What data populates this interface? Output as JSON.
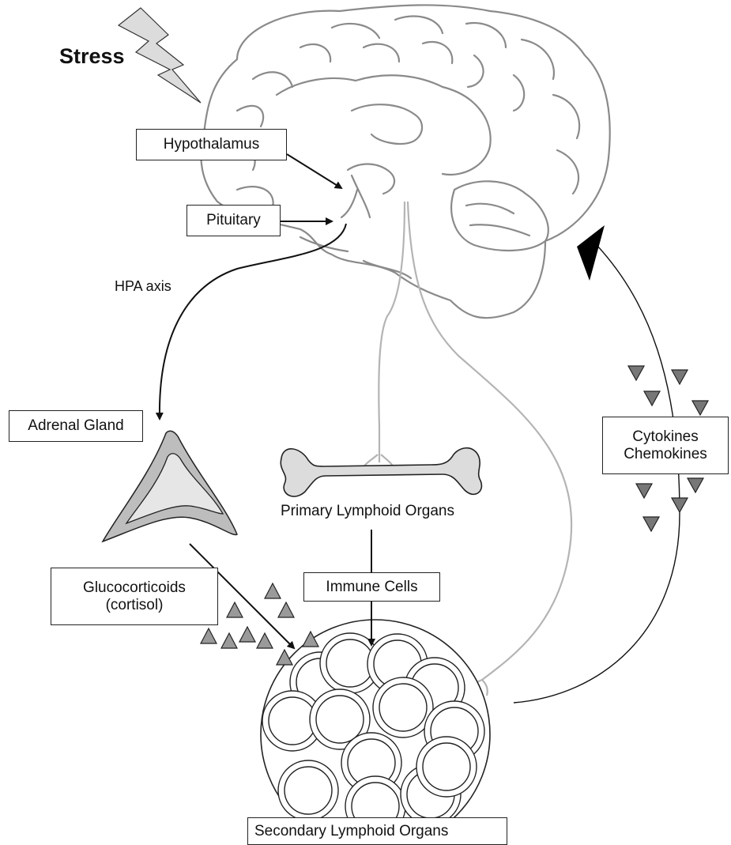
{
  "title": "Stress",
  "labels": {
    "hypothalamus": "Hypothalamus",
    "pituitary": "Pituitary",
    "hpa_axis": "HPA axis",
    "adrenal_gland": "Adrenal Gland",
    "primary_lymphoid": "Primary Lymphoid Organs",
    "immune_cells": "Immune Cells",
    "glucocorticoids_line1": "Glucocorticoids",
    "glucocorticoids_line2": "(cortisol)",
    "cytokines_line1": "Cytokines",
    "cytokines_line2": "Chemokines",
    "secondary_lymphoid": "Secondary Lymphoid Organs"
  },
  "colors": {
    "line": "#111111",
    "nerve": "#b4b4b4",
    "brain_stroke": "#8a8a8a",
    "shape_fill": "#d9d9d9",
    "marker_fill": "#9a9a9a",
    "cytokine_fill": "#777777"
  }
}
